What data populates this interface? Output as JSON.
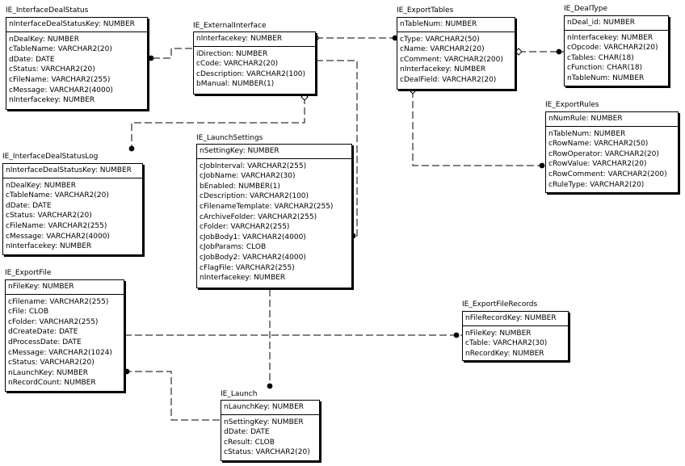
{
  "entities": {
    "ie_interfacedealstatus": {
      "name": "IE_InterfaceDealStatus",
      "keys": [
        "nInterfaceDealStatusKey: NUMBER"
      ],
      "attributes": [
        "nDealKey: NUMBER",
        "cTableName: VARCHAR2(20)",
        "dDate: DATE",
        "cStatus: VARCHAR2(20)",
        "cFileName: VARCHAR2(255)",
        "cMessage: VARCHAR2(4000)",
        "nInterfacekey: NUMBER"
      ]
    },
    "ie_externalinterface": {
      "name": "IE_ExternalInterface",
      "keys": [
        "nInterfacekey: NUMBER"
      ],
      "attributes": [
        "iDirection: NUMBER",
        "cCode: VARCHAR2(20)",
        "cDescription: VARCHAR2(100)",
        "bManual: NUMBER(1)"
      ]
    },
    "ie_exporttables": {
      "name": "IE_ExportTables",
      "keys": [
        "nTableNum: NUMBER"
      ],
      "attributes": [
        "cType: VARCHAR2(50)",
        "cName: VARCHAR2(20)",
        "cComment: VARCHAR2(200)",
        "nInterfacekey: NUMBER",
        "cDealField: VARCHAR2(20)"
      ]
    },
    "ie_dealtype": {
      "name": "IE_DealType",
      "keys": [
        "nDeal_id: NUMBER"
      ],
      "attributes": [
        "nInterfacekey: NUMBER",
        "cOpcode: VARCHAR2(20)",
        "cTables: CHAR(18)",
        "cFunction: CHAR(18)",
        "nTableNum: NUMBER"
      ]
    },
    "ie_exportrules": {
      "name": "IE_ExportRules",
      "keys": [
        "nNumRule: NUMBER"
      ],
      "attributes": [
        "nTableNum: NUMBER",
        "cRowName: VARCHAR2(50)",
        "cRowOperator: VARCHAR2(20)",
        "cRowValue: VARCHAR2(20)",
        "cRowComment: VARCHAR2(200)",
        "cRuleType: VARCHAR2(20)"
      ]
    },
    "ie_interfacedealstatuslog": {
      "name": "IE_InterfaceDealStatusLog",
      "keys": [
        "nInterfaceDealStatusKey: NUMBER"
      ],
      "attributes": [
        "nDealKey: NUMBER",
        "cTableName: VARCHAR2(20)",
        "dDate: DATE",
        "cStatus: VARCHAR2(20)",
        "cFileName: VARCHAR2(255)",
        "cMessage: VARCHAR2(4000)",
        "nInterfacekey: NUMBER"
      ]
    },
    "ie_launchsettings": {
      "name": "IE_LaunchSettings",
      "keys": [
        "nSettingKey: NUMBER"
      ],
      "attributes": [
        "cJobInterval: VARCHAR2(255)",
        "cJobName: VARCHAR2(30)",
        "bEnabled: NUMBER(1)",
        "cDescription: VARCHAR2(100)",
        "cFilenameTemplate: VARCHAR2(255)",
        "cArchiveFolder: VARCHAR2(255)",
        "cFolder: VARCHAR2(255)",
        "cJobBody1: VARCHAR2(4000)",
        "cJobParams: CLOB",
        "cJobBody2: VARCHAR2(4000)",
        "cFlagFile: VARCHAR2(255)",
        "nInterfacekey: NUMBER"
      ]
    },
    "ie_exportfile": {
      "name": "IE_ExportFile",
      "keys": [
        "nFileKey: NUMBER"
      ],
      "attributes": [
        "cFilename: VARCHAR2(255)",
        "cFile: CLOB",
        "cFolder: VARCHAR2(255)",
        "dCreateDate: DATE",
        "dProcessDate: DATE",
        "cMessage: VARCHAR2(1024)",
        "cStatus: VARCHAR2(20)",
        "nLaunchKey: NUMBER",
        "nRecordCount: NUMBER"
      ]
    },
    "ie_exportfilerecords": {
      "name": "IE_ExportFileRecords",
      "keys": [
        "nFileRecordKey: NUMBER"
      ],
      "attributes": [
        "nFileKey: NUMBER",
        "cTable: VARCHAR2(30)",
        "nRecordKey: NUMBER"
      ]
    },
    "ie_launch": {
      "name": "IE_Launch",
      "keys": [
        "nLaunchKey: NUMBER"
      ],
      "attributes": [
        "nSettingKey: NUMBER",
        "dDate: DATE",
        "cResult: CLOB",
        "cStatus: VARCHAR2(20)"
      ]
    }
  }
}
